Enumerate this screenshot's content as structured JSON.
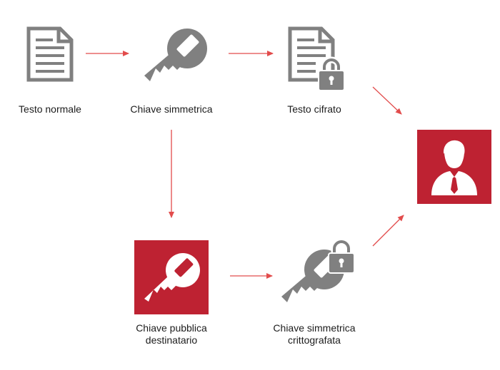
{
  "colors": {
    "accent_red": "#be2232",
    "icon_gray": "#808080",
    "arrow_red": "#e24c4c",
    "text": "#1c1c1c"
  },
  "nodes": {
    "plain_text": {
      "label": "Testo normale",
      "icon": "document-icon"
    },
    "symmetric_key": {
      "label": "Chiave simmetrica",
      "icon": "key-icon"
    },
    "ciphertext": {
      "label": "Testo cifrato",
      "icon": "locked-document-icon"
    },
    "recipient": {
      "label": "",
      "icon": "user-icon"
    },
    "public_key": {
      "line1": "Chiave pubblica",
      "line2": "destinatario",
      "icon": "key-icon"
    },
    "encrypted_key": {
      "line1": "Chiave simmetrica",
      "line2": "crittografata",
      "icon": "locked-key-icon"
    }
  }
}
